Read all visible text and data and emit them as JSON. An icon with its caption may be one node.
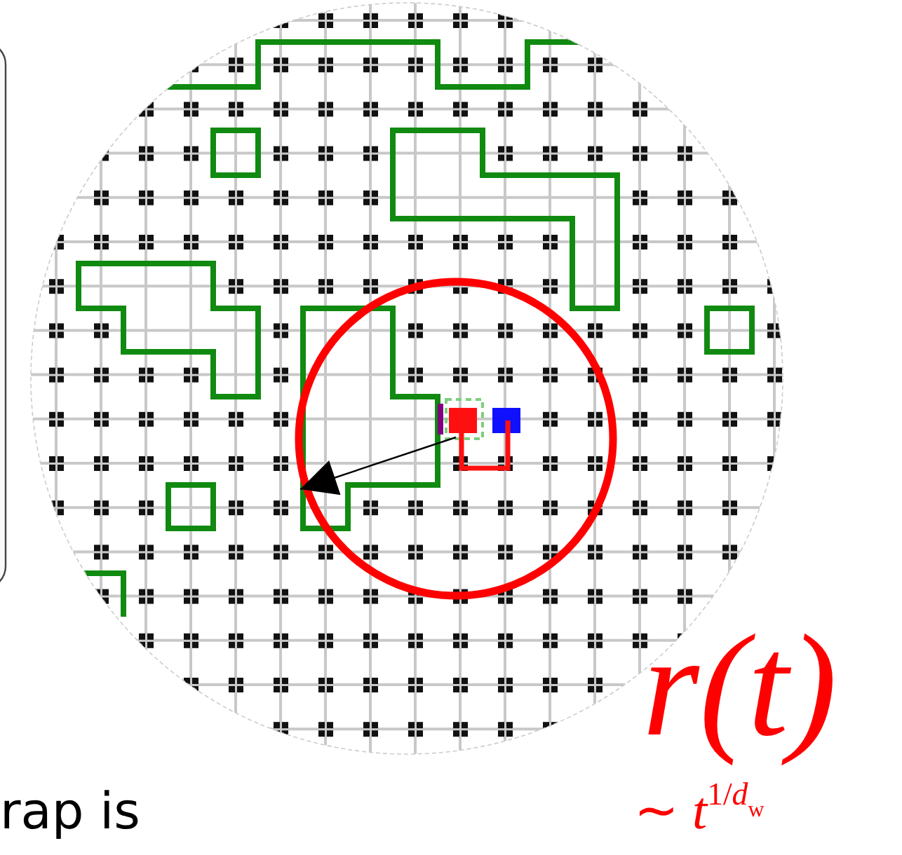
{
  "diagram": {
    "labels": [
      "rap is",
      "r(t)",
      "∼ *t*$^{1/}$*d*$_{w}$"
    ]
  }
}
